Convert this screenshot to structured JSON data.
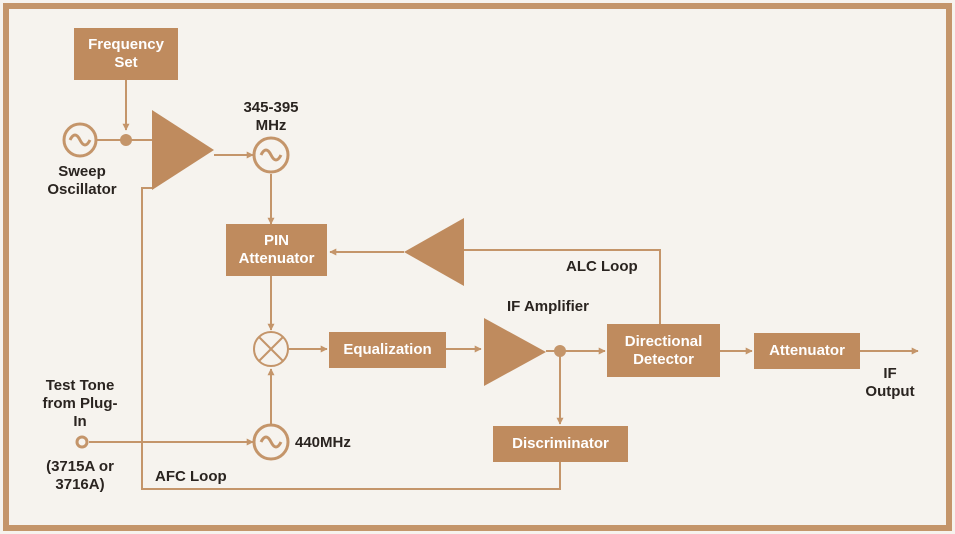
{
  "blocks": {
    "frequency_set": "Frequency Set",
    "pin_attenuator": "PIN Attenuator",
    "equalization": "Equalization",
    "directional_detector": "Directional Detector",
    "attenuator": "Attenuator",
    "discriminator": "Discriminator"
  },
  "labels": {
    "sweep_oscillator": "Sweep Oscillator",
    "freq_range": "345-395 MHz",
    "alc_loop": "ALC Loop",
    "if_amplifier": "IF Amplifier",
    "if_output": "IF Output",
    "test_tone": "Test Tone from Plug-In",
    "plugin_models": "(3715A or 3716A)",
    "lo_440": "440MHz",
    "afc_loop": "AFC Loop"
  },
  "colors": {
    "accent": "#bf8b5e",
    "line": "#c4956a",
    "text": "#2a2420",
    "background": "#f6f3ee"
  }
}
